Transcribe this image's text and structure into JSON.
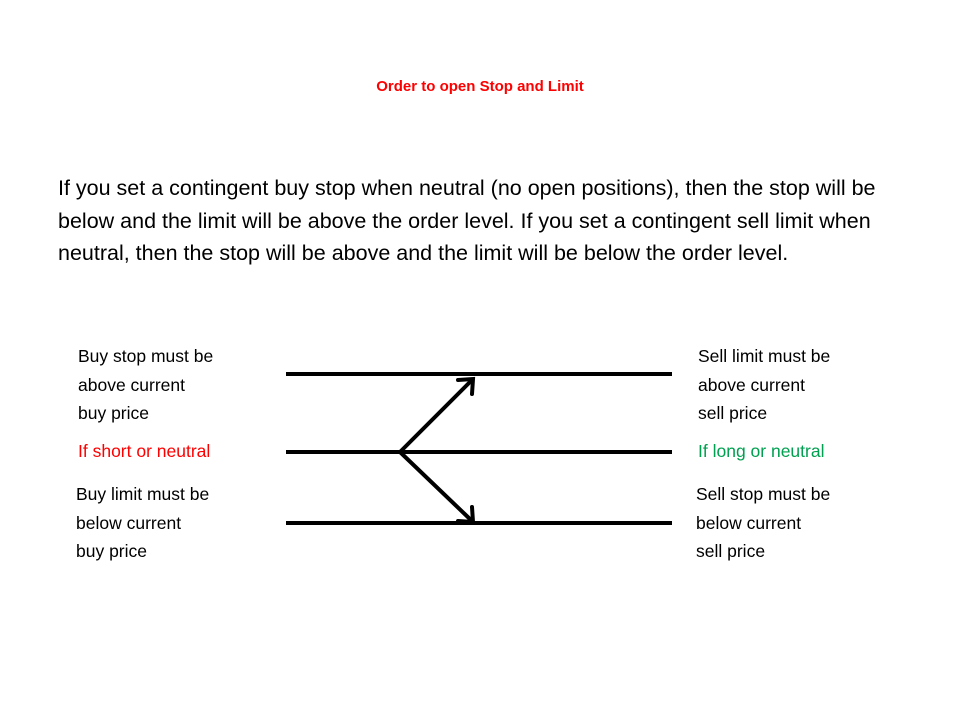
{
  "title": "Order to open Stop and Limit",
  "body": "If you set a contingent buy stop when neutral (no open positions), then the stop will be below and the limit will be above the order level. If you set a contingent sell limit when neutral, then the stop will be above and the limit will be below the order level.",
  "diagram": {
    "left_top_label": "Buy stop must be\nabove current\nbuy price",
    "left_condition": "If short or neutral",
    "left_bottom_label": "Buy limit must be\nbelow current\nbuy price",
    "right_top_label": "Sell limit must be\nabove current\nsell price",
    "right_condition": "If long or neutral",
    "right_bottom_label": "Sell stop must be\nbelow current\nsell price"
  },
  "colors": {
    "title": "#ff0000",
    "short_condition": "#ff0000",
    "long_condition": "#00a050",
    "lines": "#000000"
  }
}
